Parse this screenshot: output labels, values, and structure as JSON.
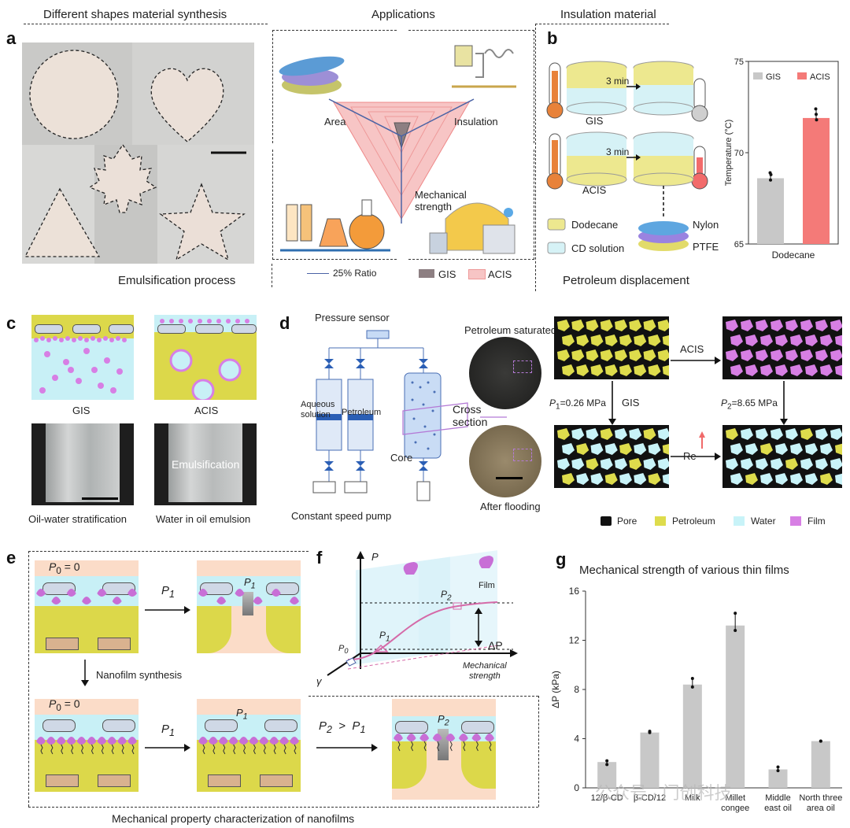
{
  "panel_a": {
    "label": "a",
    "title": "Different shapes material synthesis",
    "bottom_title": "Emulsification process"
  },
  "center": {
    "title": "Applications",
    "area": "Area",
    "insulation": "Insulation",
    "mechanical": "Mechanical\nstrength",
    "legend_ratio": "25% Ratio",
    "legend_gis": "GIS",
    "legend_acis": "ACIS"
  },
  "panel_b": {
    "label": "b",
    "title": "Insulation material",
    "bottom_title": "Petroleum displacement",
    "time1": "3 min",
    "time2": "3 min",
    "gis": "GIS",
    "acis": "ACIS",
    "dodecane": "Dodecane",
    "cd_solution": "CD solution",
    "nylon": "Nylon",
    "ptfe": "PTFE"
  },
  "chart_b": {
    "chart_data": {
      "type": "bar",
      "categories": [
        "Dodecane"
      ],
      "series": [
        {
          "name": "GIS",
          "values": [
            68.6
          ],
          "points": [
            68.9,
            68.5,
            68.8
          ]
        },
        {
          "name": "ACIS",
          "values": [
            71.9
          ],
          "points": [
            72.4,
            72.1,
            71.8
          ]
        }
      ],
      "ylabel": "Temperature (°C)",
      "ylim": [
        65,
        75
      ],
      "yticks": [
        "65",
        "70",
        "75"
      ],
      "xlabel": "Dodecane",
      "colors": [
        "#c8c8c8",
        "#f47a78"
      ],
      "legend_position": "top"
    }
  },
  "panel_c": {
    "label": "c",
    "gis": "GIS",
    "acis": "ACIS",
    "photo_label": "Emulsification",
    "cap1": "Oil-water stratification",
    "cap2": "Water in oil emulsion"
  },
  "panel_d": {
    "label": "d",
    "pressure_sensor": "Pressure sensor",
    "aqueous": "Aqueous\nsolution",
    "petroleum": "Petroleum",
    "core": "Core",
    "pump": "Constant speed pump",
    "saturated": "Petroleum saturated",
    "cross": "Cross\nsection",
    "after": "After flooding",
    "acis": "ACIS",
    "gis": "GIS",
    "p1": "=0.26 MPa",
    "p2": "=8.65 MPa",
    "p1_sym": "P",
    "p1_sub": "1",
    "p2_sub": "2",
    "re": "Re",
    "legend": [
      "Pore",
      "Petroleum",
      "Water",
      "Film"
    ]
  },
  "panel_e": {
    "label": "e",
    "p0": "= 0",
    "p0_sym": "P",
    "p0_sub": "0",
    "p1": "P",
    "synthesis": "Nanofilm synthesis",
    "compare": "P",
    "gt": ">",
    "bottom_title": "Mechanical property characterization of nanofilms"
  },
  "panel_f": {
    "label": "f",
    "p_axis": "P",
    "gamma": "γ",
    "film": "Film",
    "delta_p": "ΔP",
    "p0": "P",
    "mech": "Mechanical\nstrength"
  },
  "panel_g": {
    "label": "g",
    "chart_data": {
      "type": "bar",
      "title": "Mechanical strength of  various thin films",
      "categories": [
        "12/β-CD",
        "β-CD/12",
        "Milk",
        "Millet\ncongee",
        "Middle\neast oil",
        "North three\narea oil"
      ],
      "values": [
        2.1,
        4.5,
        8.4,
        13.2,
        1.5,
        3.8
      ],
      "points": [
        [
          2.2,
          1.9
        ],
        [
          4.5,
          4.6
        ],
        [
          8.9,
          8.2
        ],
        [
          14.2,
          12.8
        ],
        [
          1.7,
          1.4
        ],
        [
          3.8,
          3.8
        ]
      ],
      "ylabel": "ΔP (kPa)",
      "ylim": [
        0,
        16
      ],
      "yticks": [
        "0",
        "4",
        "8",
        "12",
        "16"
      ],
      "color": "#c8c8c8"
    }
  },
  "watermark": "公众号 · 门创科技"
}
